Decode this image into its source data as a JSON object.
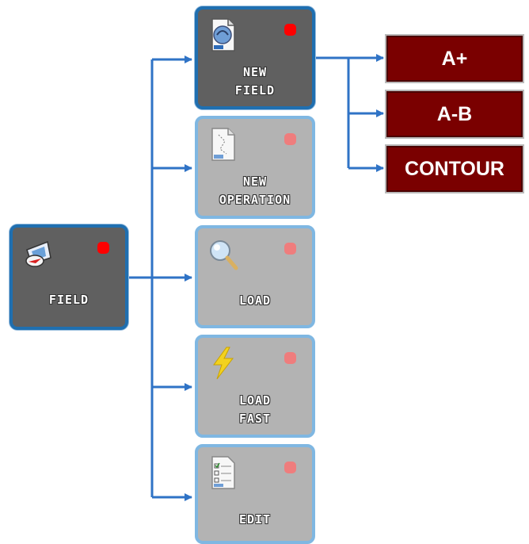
{
  "root": {
    "label": "FIELD",
    "icon": "compass-map-icon",
    "status": "red"
  },
  "menu": [
    {
      "key": "new-field",
      "label": "NEW\nFIELD",
      "icon": "new-field-document-icon",
      "state": "active"
    },
    {
      "key": "new-operation",
      "label": "NEW\nOPERATION",
      "icon": "new-operation-document-icon",
      "state": "disabled"
    },
    {
      "key": "load",
      "label": "LOAD",
      "icon": "magnifier-icon",
      "state": "disabled"
    },
    {
      "key": "load-fast",
      "label": "LOAD\nFAST",
      "icon": "lightning-icon",
      "state": "disabled"
    },
    {
      "key": "edit",
      "label": "EDIT",
      "icon": "checklist-document-icon",
      "state": "disabled"
    }
  ],
  "new_field_modes": [
    {
      "key": "a-plus",
      "label": "A+"
    },
    {
      "key": "a-b",
      "label": "A-B"
    },
    {
      "key": "contour",
      "label": "CONTOUR"
    }
  ],
  "colors": {
    "connector": "#2f73c6",
    "active_tile": "#606060",
    "active_border": "#1f6fb0",
    "disabled_tile": "#b3b3b3",
    "disabled_border": "#7fb7e2",
    "status_red": "#ff0000",
    "status_red_dim": "#ef7d7d",
    "mode_button": "#7a0000"
  }
}
